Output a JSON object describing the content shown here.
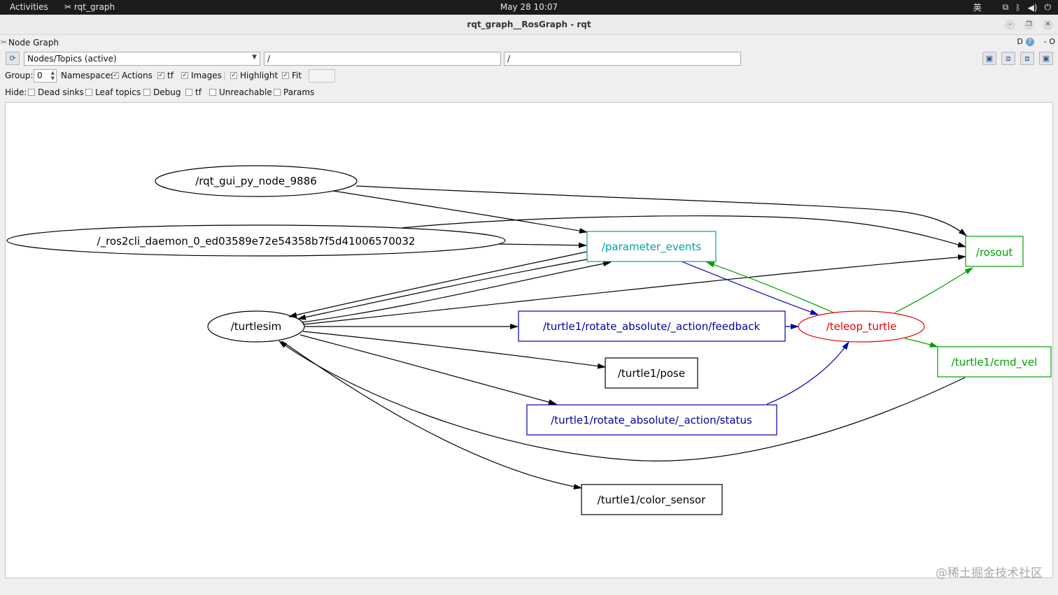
{
  "topbar": {
    "activities": "Activities",
    "app_name": "rqt_graph",
    "app_icon": "wrench-scissors-icon",
    "clock": "May 28  10:07",
    "input_method": "英",
    "tray_icons": [
      "network-icon",
      "bluetooth-icon",
      "volume-icon",
      "power-icon"
    ]
  },
  "window": {
    "title": "rqt_graph__RosGraph - rqt",
    "buttons": [
      "minimize-icon",
      "restore-icon",
      "close-icon"
    ]
  },
  "panel": {
    "title": "Node Graph",
    "right_text_d": "D",
    "right_text_close": "- O"
  },
  "toolbar": {
    "refresh_icon": "refresh-icon",
    "mode_select": "Nodes/Topics (active)",
    "filter1": "/",
    "filter2": "/",
    "right_icons": [
      "save-icon",
      "load-dot-icon",
      "save-svg-icon",
      "screenshot-icon"
    ]
  },
  "options": {
    "group_label": "Group:",
    "group_value": "0",
    "checkboxes": [
      {
        "label": "Namespaces",
        "checked": false
      },
      {
        "label": "Actions",
        "checked": true
      },
      {
        "label": "tf",
        "checked": true
      },
      {
        "label": "Images",
        "checked": true
      },
      {
        "label": "Highlight",
        "checked": true
      },
      {
        "label": "Fit",
        "checked": true
      }
    ]
  },
  "hide": {
    "label": "Hide:",
    "checkboxes": [
      {
        "label": "Dead sinks",
        "checked": false
      },
      {
        "label": "Leaf topics",
        "checked": false
      },
      {
        "label": "Debug",
        "checked": false
      },
      {
        "label": "tf",
        "checked": false
      },
      {
        "label": "Unreachable",
        "checked": false
      },
      {
        "label": "Params",
        "checked": false
      }
    ]
  },
  "graph": {
    "colors": {
      "default": "#000000",
      "topic_cyan": "#00a0a8",
      "blue": "#0000aa",
      "red": "#e60000",
      "green": "#00a000"
    },
    "nodes": {
      "rqt_gui": "/rqt_gui_py_node_9886",
      "ros2cli": "/_ros2cli_daemon_0_ed03589e72e54358b7f5d41006570032",
      "turtlesim": "/turtlesim",
      "teleop": "/teleop_turtle"
    },
    "topics": {
      "parameter_events": "/parameter_events",
      "rosout": "/rosout",
      "feedback": "/turtle1/rotate_absolute/_action/feedback",
      "pose": "/turtle1/pose",
      "status": "/turtle1/rotate_absolute/_action/status",
      "cmd_vel": "/turtle1/cmd_vel",
      "color_sensor": "/turtle1/color_sensor"
    }
  },
  "watermark": "@稀土掘金技术社区"
}
